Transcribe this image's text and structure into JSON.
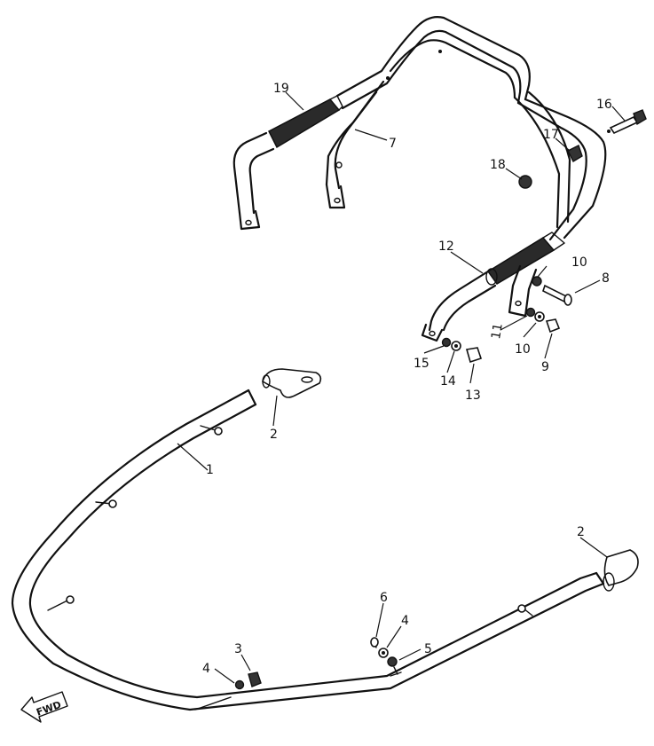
{
  "diagram": {
    "fwd_label": "FWD",
    "callouts": {
      "p1": "1",
      "p2a": "2",
      "p2b": "2",
      "p3": "3",
      "p4a": "4",
      "p4b": "4",
      "p5": "5",
      "p6": "6",
      "p7": "7",
      "p8": "8",
      "p9": "9",
      "p10a": "10",
      "p10b": "10",
      "p11": "11",
      "p12": "12",
      "p13": "13",
      "p14": "14",
      "p15": "15",
      "p16": "16",
      "p17": "17",
      "p18": "18",
      "p19": "19"
    }
  }
}
